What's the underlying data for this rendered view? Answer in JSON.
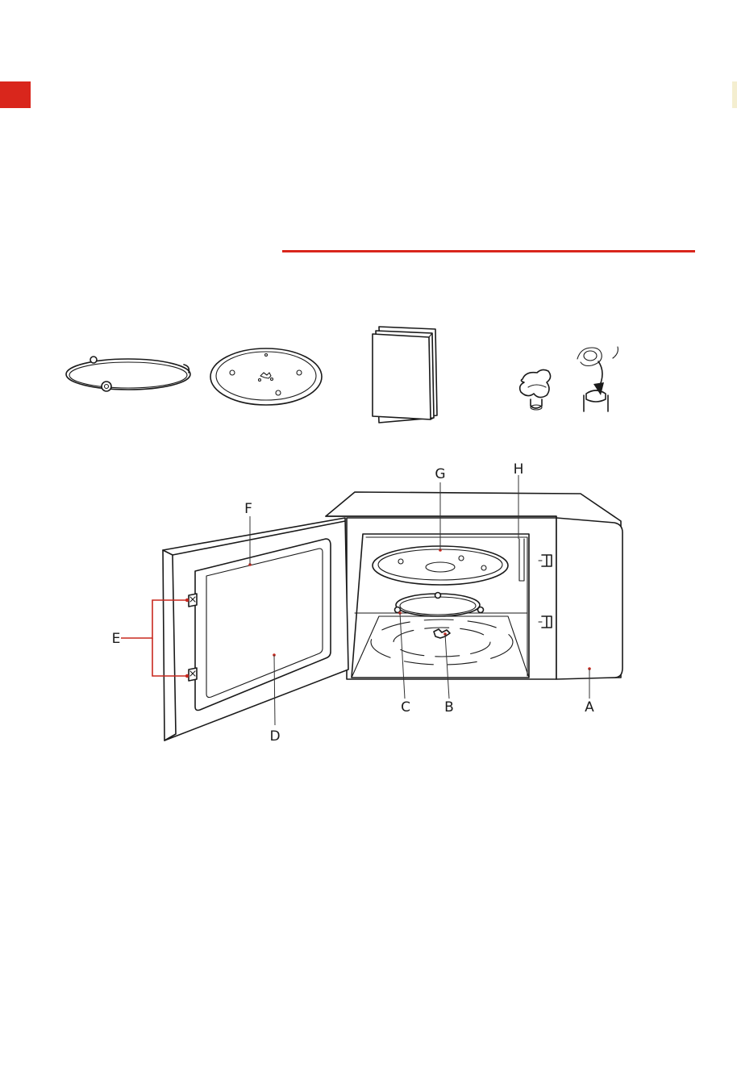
{
  "colors": {
    "accent": "#d9261c",
    "line": "#1a1a1a",
    "leader_red": "#c8281f"
  },
  "callouts": {
    "A": "A",
    "B": "B",
    "C": "C",
    "D": "D",
    "E": "E",
    "F": "F",
    "G": "G",
    "H": "H"
  },
  "accessories": [
    "roller-ring",
    "glass-turntable-tray",
    "instruction-manual",
    "turntable-coupler"
  ]
}
